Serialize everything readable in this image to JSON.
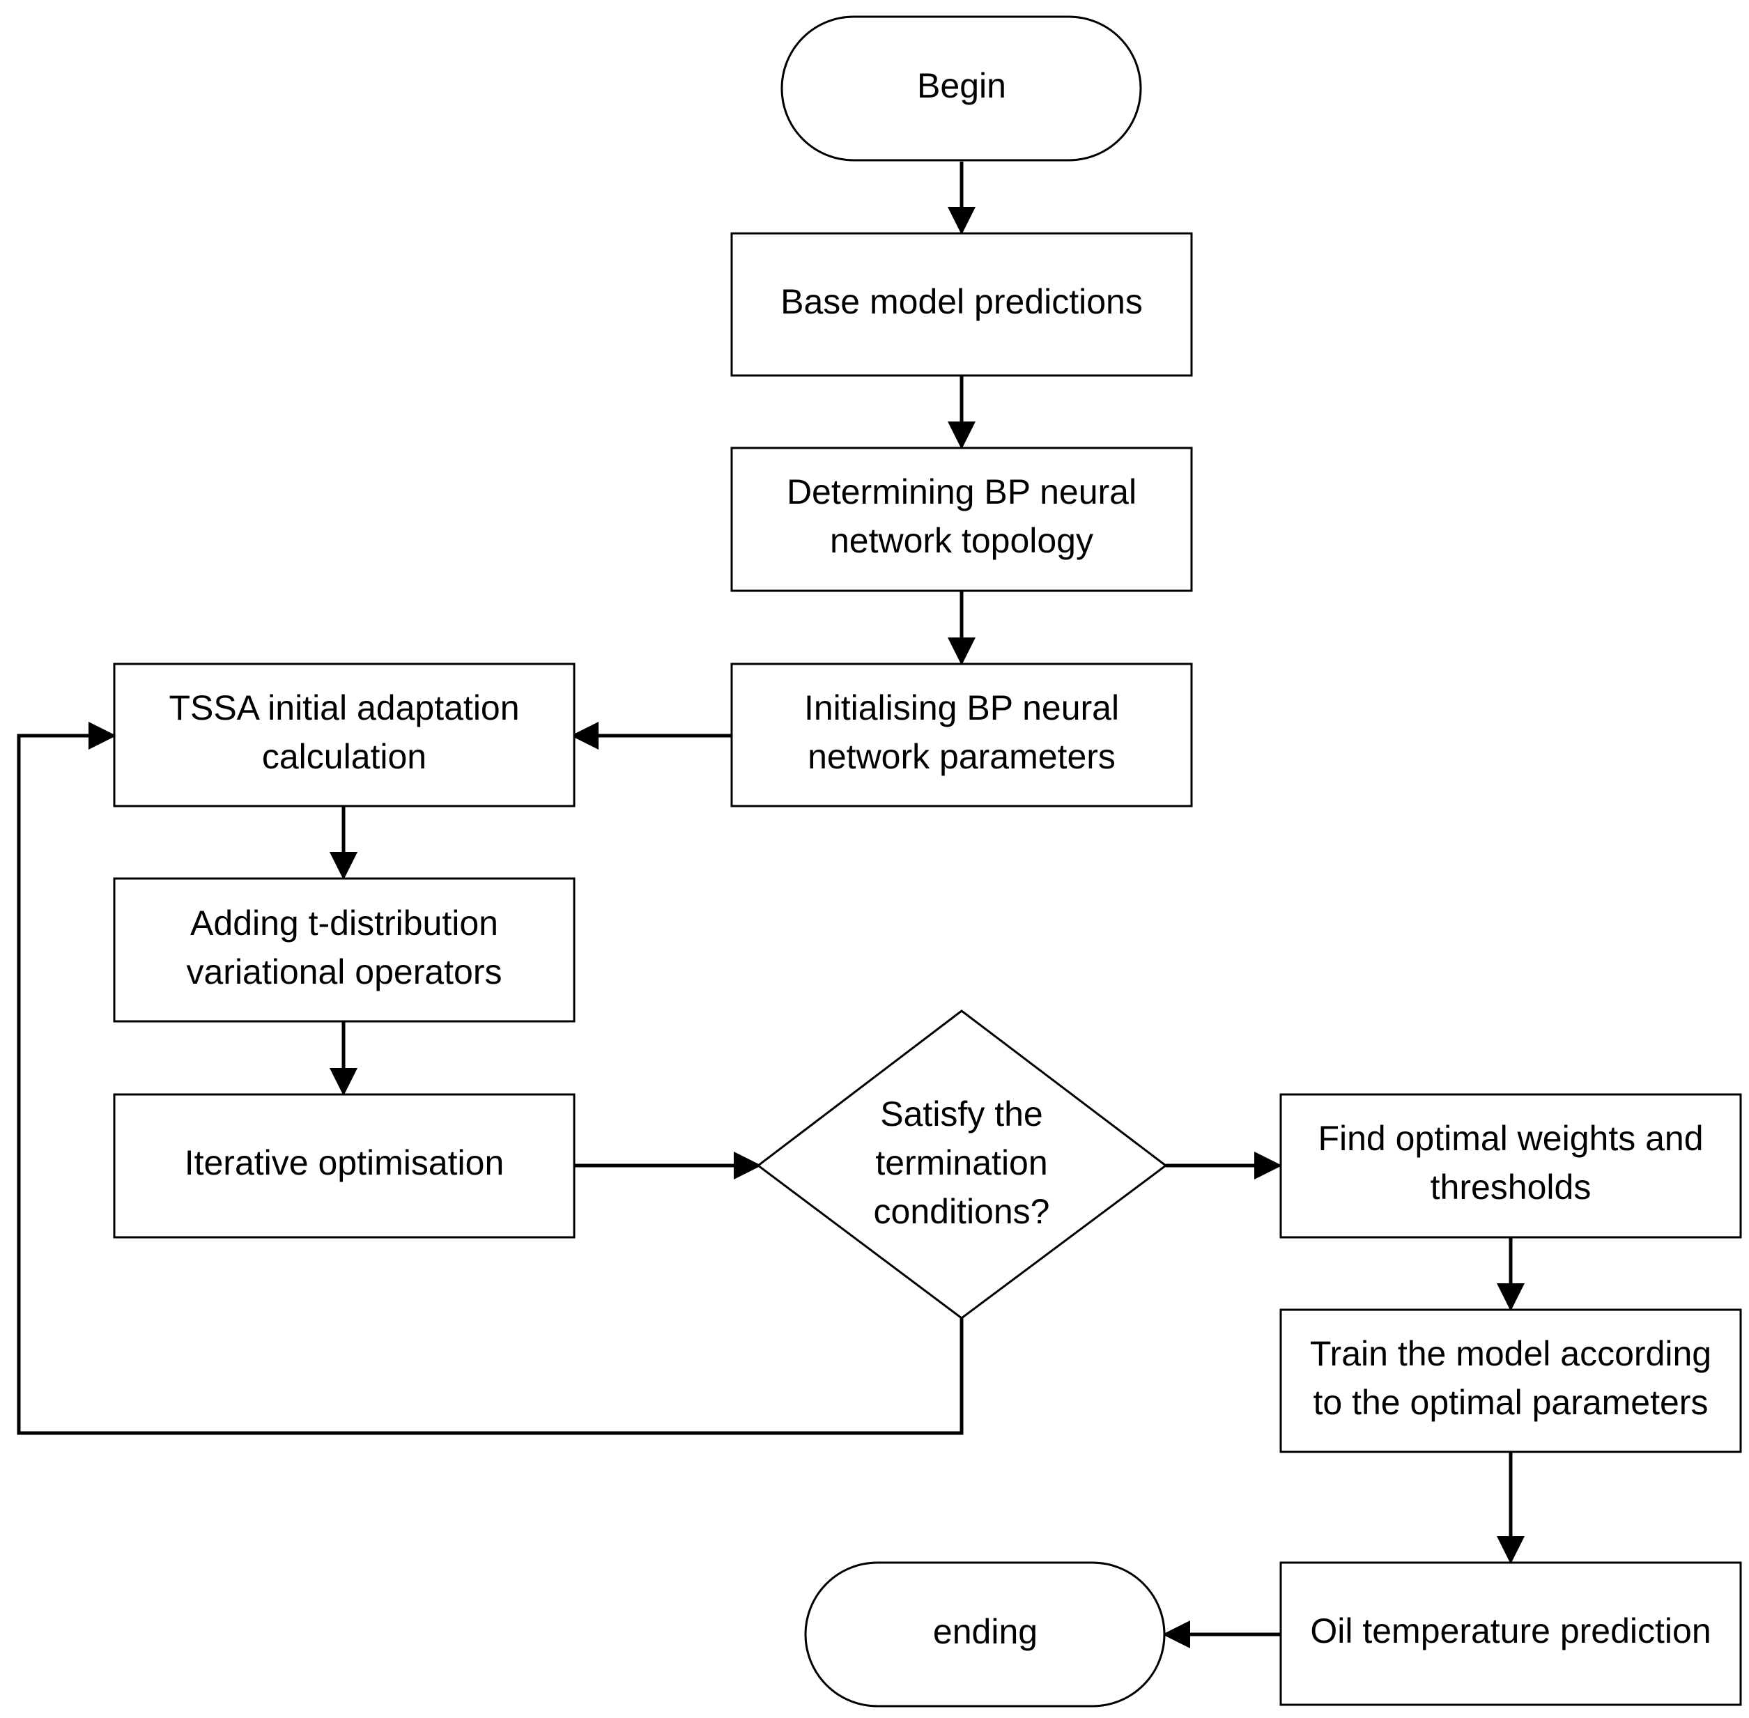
{
  "nodes": {
    "begin": {
      "lines": [
        "Begin"
      ]
    },
    "base_model": {
      "lines": [
        "Base model predictions"
      ]
    },
    "topology": {
      "lines": [
        "Determining BP neural",
        "network topology"
      ]
    },
    "init_params": {
      "lines": [
        "Initialising BP neural",
        "network parameters"
      ]
    },
    "tssa": {
      "lines": [
        "TSSA initial adaptation",
        "calculation"
      ]
    },
    "t_dist": {
      "lines": [
        "Adding t-distribution",
        "variational operators"
      ]
    },
    "iterative": {
      "lines": [
        "Iterative optimisation"
      ]
    },
    "decision": {
      "lines": [
        "Satisfy the",
        "termination",
        "conditions?"
      ]
    },
    "find_optimal": {
      "lines": [
        "Find optimal weights and",
        "thresholds"
      ]
    },
    "train": {
      "lines": [
        "Train the model according",
        "to the optimal parameters"
      ]
    },
    "oil_temp": {
      "lines": [
        "Oil temperature prediction"
      ]
    },
    "ending": {
      "lines": [
        "ending"
      ]
    }
  }
}
